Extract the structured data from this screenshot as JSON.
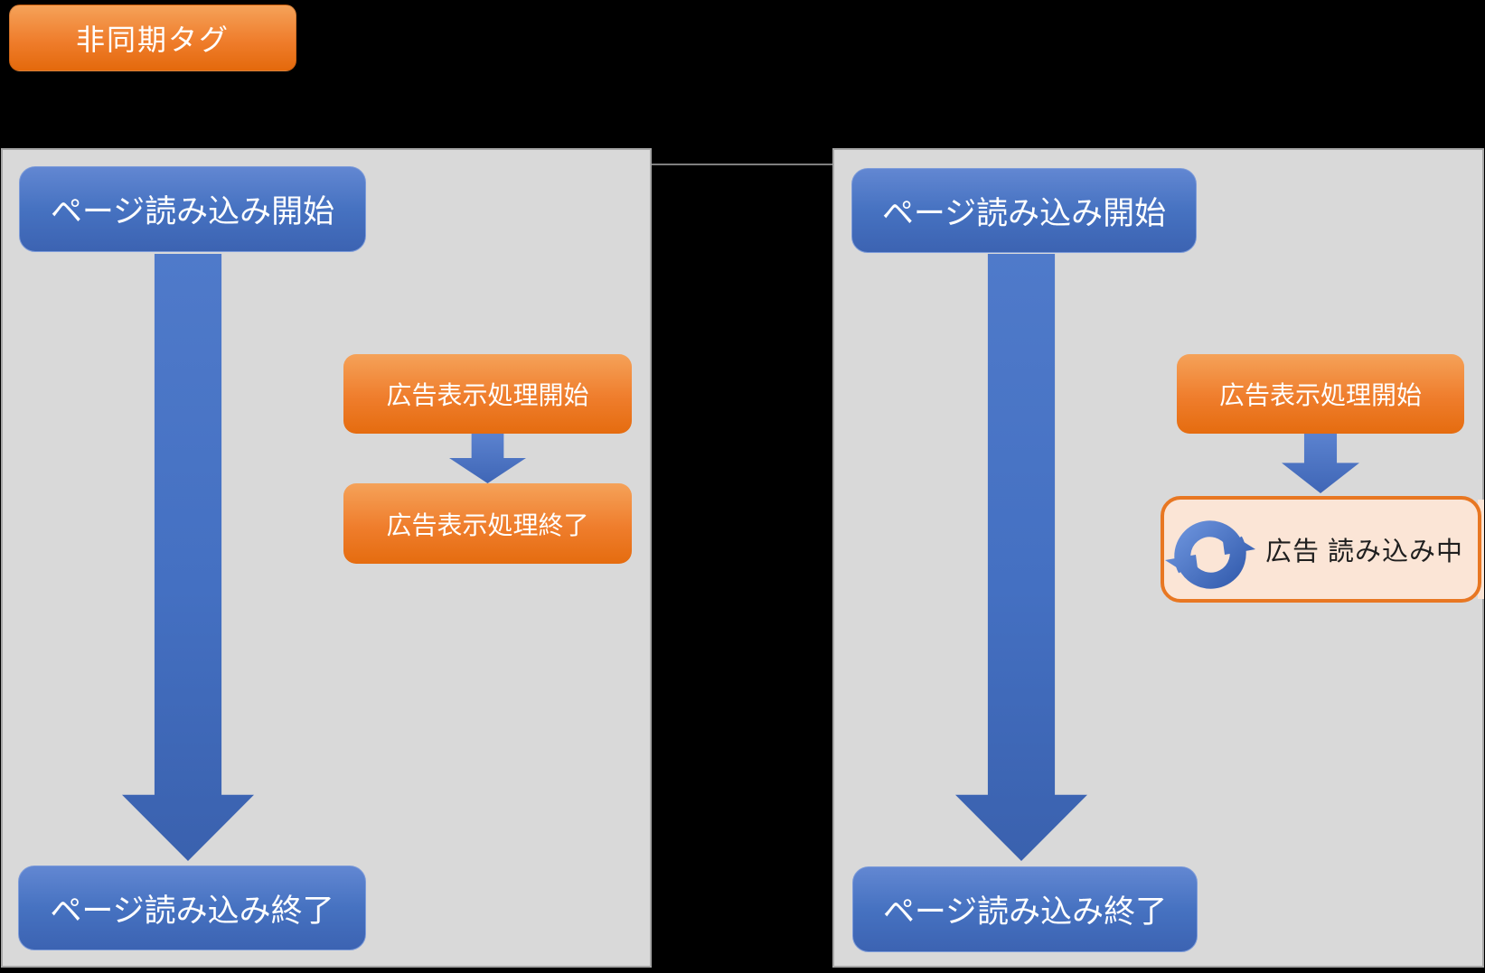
{
  "title_badge": {
    "label": "非同期タグ"
  },
  "colors": {
    "background": "#000000",
    "panel_fill": "#D9D9D9",
    "panel_border": "#A6A6A6",
    "blue_accent": "#4472C4",
    "orange_accent": "#ED7D31",
    "loading_fill": "#FBE5D6",
    "loading_border": "#E87722",
    "text_light": "#FFFFFF",
    "text_dark": "#1F1F1F"
  },
  "icons": {
    "refresh_icon": "circular-sync-arrows"
  },
  "panels": {
    "left": {
      "page_start": "ページ読み込み開始",
      "ad_start": "広告表示処理開始",
      "ad_end": "広告表示処理終了",
      "page_end": "ページ読み込み終了"
    },
    "right": {
      "page_start": "ページ読み込み開始",
      "ad_start": "広告表示処理開始",
      "loading_label": "広告 読み込み中",
      "page_end": "ページ読み込み終了"
    }
  }
}
